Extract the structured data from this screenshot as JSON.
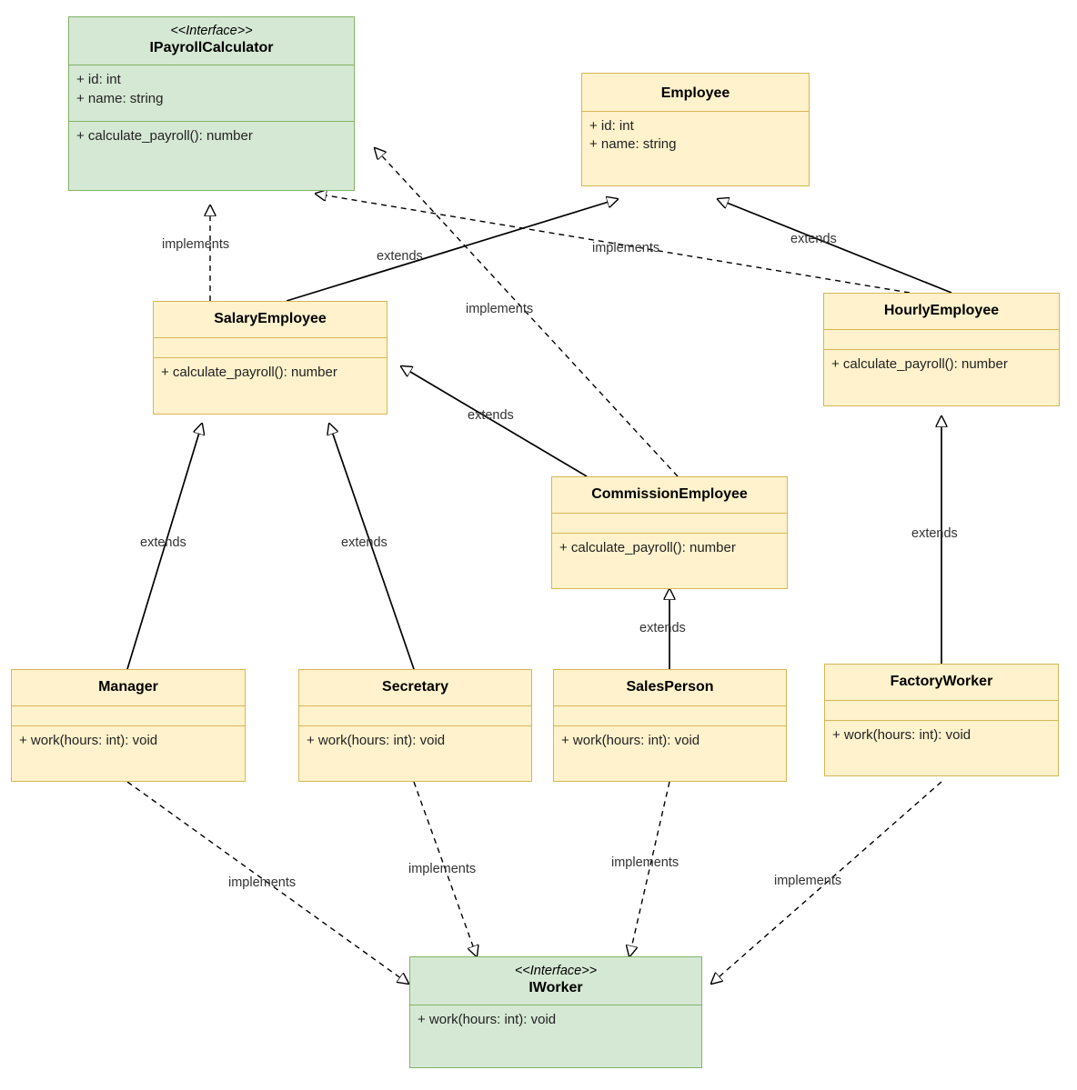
{
  "diagram": {
    "type": "uml-class-diagram",
    "colors": {
      "interface_fill": "#d5e8d4",
      "interface_border": "#82b366",
      "class_fill": "#fff2cc",
      "class_border": "#d6b656",
      "edge": "#000000",
      "label_text": "#333333"
    },
    "stereotype": "<<Interface>>",
    "classes": [
      {
        "id": "ipayrollcalculator",
        "name": "IPayrollCalculator",
        "stereotype": "<<Interface>>",
        "kind": "interface",
        "attributes": [
          "+ id: int",
          "+ name: string"
        ],
        "operations": [
          "+ calculate_payroll(): number"
        ]
      },
      {
        "id": "employee",
        "name": "Employee",
        "kind": "class",
        "attributes": [
          "+ id: int",
          "+ name: string"
        ],
        "operations": []
      },
      {
        "id": "salaryemployee",
        "name": "SalaryEmployee",
        "kind": "class",
        "attributes": [],
        "operations": [
          "+ calculate_payroll(): number"
        ]
      },
      {
        "id": "hourlyemployee",
        "name": "HourlyEmployee",
        "kind": "class",
        "attributes": [],
        "operations": [
          "+ calculate_payroll(): number"
        ]
      },
      {
        "id": "commissionemployee",
        "name": "CommissionEmployee",
        "kind": "class",
        "attributes": [],
        "operations": [
          "+ calculate_payroll(): number"
        ]
      },
      {
        "id": "manager",
        "name": "Manager",
        "kind": "class",
        "attributes": [],
        "operations": [
          "+ work(hours: int): void"
        ]
      },
      {
        "id": "secretary",
        "name": "Secretary",
        "kind": "class",
        "attributes": [],
        "operations": [
          "+ work(hours: int): void"
        ]
      },
      {
        "id": "salesperson",
        "name": "SalesPerson",
        "kind": "class",
        "attributes": [],
        "operations": [
          "+ work(hours: int): void"
        ]
      },
      {
        "id": "factoryworker",
        "name": "FactoryWorker",
        "kind": "class",
        "attributes": [],
        "operations": [
          "+ work(hours: int): void"
        ]
      },
      {
        "id": "iworker",
        "name": "IWorker",
        "stereotype": "<<Interface>>",
        "kind": "interface",
        "attributes": [],
        "operations": [
          "+ work(hours: int): void"
        ]
      }
    ],
    "relationships": [
      {
        "id": "r1",
        "from": "salaryemployee",
        "to": "ipayrollcalculator",
        "label": "implements",
        "style": "dashed"
      },
      {
        "id": "r2",
        "from": "hourlyemployee",
        "to": "ipayrollcalculator",
        "label": "implements",
        "style": "dashed"
      },
      {
        "id": "r3",
        "from": "commissionemployee",
        "to": "ipayrollcalculator",
        "label": "implements",
        "style": "dashed"
      },
      {
        "id": "r4",
        "from": "salaryemployee",
        "to": "employee",
        "label": "extends",
        "style": "solid"
      },
      {
        "id": "r5",
        "from": "hourlyemployee",
        "to": "employee",
        "label": "extends",
        "style": "solid"
      },
      {
        "id": "r6",
        "from": "commissionemployee",
        "to": "salaryemployee",
        "label": "extends",
        "style": "solid"
      },
      {
        "id": "r7",
        "from": "manager",
        "to": "salaryemployee",
        "label": "extends",
        "style": "solid"
      },
      {
        "id": "r8",
        "from": "secretary",
        "to": "salaryemployee",
        "label": "extends",
        "style": "solid"
      },
      {
        "id": "r9",
        "from": "salesperson",
        "to": "commissionemployee",
        "label": "extends",
        "style": "solid"
      },
      {
        "id": "r10",
        "from": "factoryworker",
        "to": "hourlyemployee",
        "label": "extends",
        "style": "solid"
      },
      {
        "id": "r11",
        "from": "manager",
        "to": "iworker",
        "label": "implements",
        "style": "dashed"
      },
      {
        "id": "r12",
        "from": "secretary",
        "to": "iworker",
        "label": "implements",
        "style": "dashed"
      },
      {
        "id": "r13",
        "from": "salesperson",
        "to": "iworker",
        "label": "implements",
        "style": "dashed"
      },
      {
        "id": "r14",
        "from": "factoryworker",
        "to": "iworker",
        "label": "implements",
        "style": "dashed"
      }
    ]
  }
}
